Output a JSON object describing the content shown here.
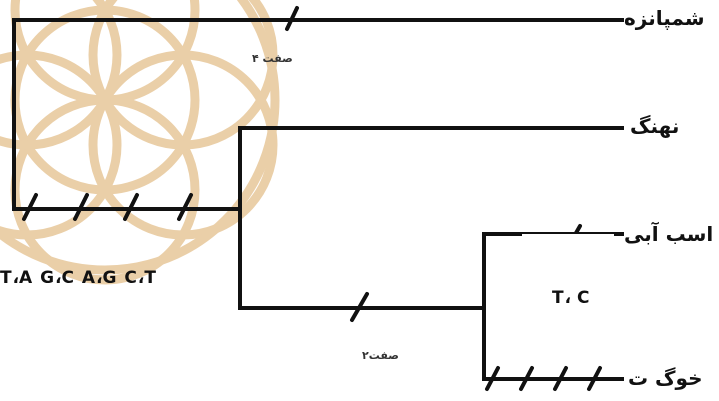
{
  "species": {
    "chimp": "شمپانزه",
    "whale": "نهنگ",
    "hippo": "اسب آبی",
    "pig": "خوگ ت"
  },
  "traits": {
    "trait_a": "صفت ۴",
    "trait_b": "صفت۲"
  },
  "substitutions": {
    "left_group": "T،A G،C A،G C،T",
    "hippo_box": "T، C"
  },
  "colors": {
    "line": "#111111",
    "watermark": "#e7c79a"
  }
}
